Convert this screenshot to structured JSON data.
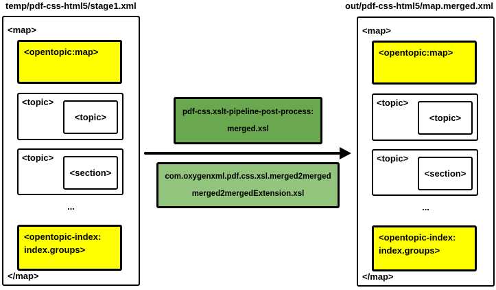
{
  "source_file": {
    "title": "temp/pdf-css-html5/stage1.xml",
    "map_open_tag": "<map>",
    "map_close_tag": "</map>",
    "opentopic_map_tag": "<opentopic:map>",
    "topic1_outer_tag": "<topic>",
    "topic1_inner_tag": "<topic>",
    "topic2_outer_tag": "<topic>",
    "topic2_inner_tag": "<section>",
    "ellipsis": "...",
    "opentopic_index_line1": "<opentopic-index:",
    "opentopic_index_line2": "index.groups>"
  },
  "output_file": {
    "title": "out/pdf-css-html5/map.merged.xml",
    "map_open_tag": "<map>",
    "map_close_tag": "</map>",
    "opentopic_map_tag": "<opentopic:map>",
    "topic1_outer_tag": "<topic>",
    "topic1_inner_tag": "<topic>",
    "topic2_outer_tag": "<topic>",
    "topic2_inner_tag": "<section>",
    "ellipsis": "...",
    "opentopic_index_line1": "<opentopic-index:",
    "opentopic_index_line2": "index.groups>"
  },
  "pipeline": {
    "stage_box": {
      "line1": "pdf-css.xslt-pipeline-post-process:",
      "line2": "merged.xsl"
    },
    "extension_box": {
      "line1": "com.oxygenxml.pdf.css.xsl.merged2merged",
      "line2": "merged2mergedExtension.xsl"
    }
  },
  "colors": {
    "highlight_yellow": "#ffff00",
    "stage_box_green": "#6aa84f",
    "extension_box_green": "#93c47d",
    "border_black": "#000000",
    "background_white": "#ffffff"
  }
}
